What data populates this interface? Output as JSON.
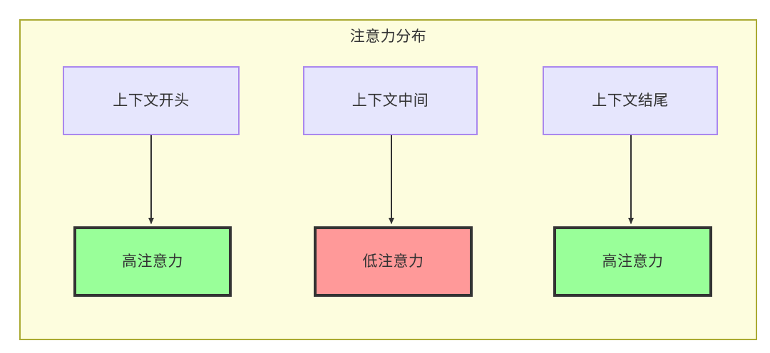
{
  "diagram": {
    "title": "注意力分布",
    "colors": {
      "canvas": "#ffffff",
      "container_fill": "#fdfdde",
      "container_border": "#aaaa33",
      "context_fill": "#e6e6fd",
      "context_border": "#aa88ee",
      "high_attention_fill": "#99ff99",
      "low_attention_fill": "#ff9999",
      "attention_border": "#333333",
      "edge_stroke": "#333333",
      "text": "#333333"
    },
    "context_nodes": [
      {
        "id": "context-start",
        "label": "上下文开头"
      },
      {
        "id": "context-middle",
        "label": "上下文中间"
      },
      {
        "id": "context-end",
        "label": "上下文结尾"
      }
    ],
    "attention_nodes": [
      {
        "id": "attention-high-left",
        "label": "高注意力",
        "level": "high"
      },
      {
        "id": "attention-low-middle",
        "label": "低注意力",
        "level": "low"
      },
      {
        "id": "attention-high-right",
        "label": "高注意力",
        "level": "high"
      }
    ],
    "edges": [
      {
        "from": "context-start",
        "to": "attention-high-left",
        "arrow": "down"
      },
      {
        "from": "context-middle",
        "to": "attention-low-middle",
        "arrow": "down"
      },
      {
        "from": "context-end",
        "to": "attention-high-right",
        "arrow": "down"
      }
    ]
  }
}
